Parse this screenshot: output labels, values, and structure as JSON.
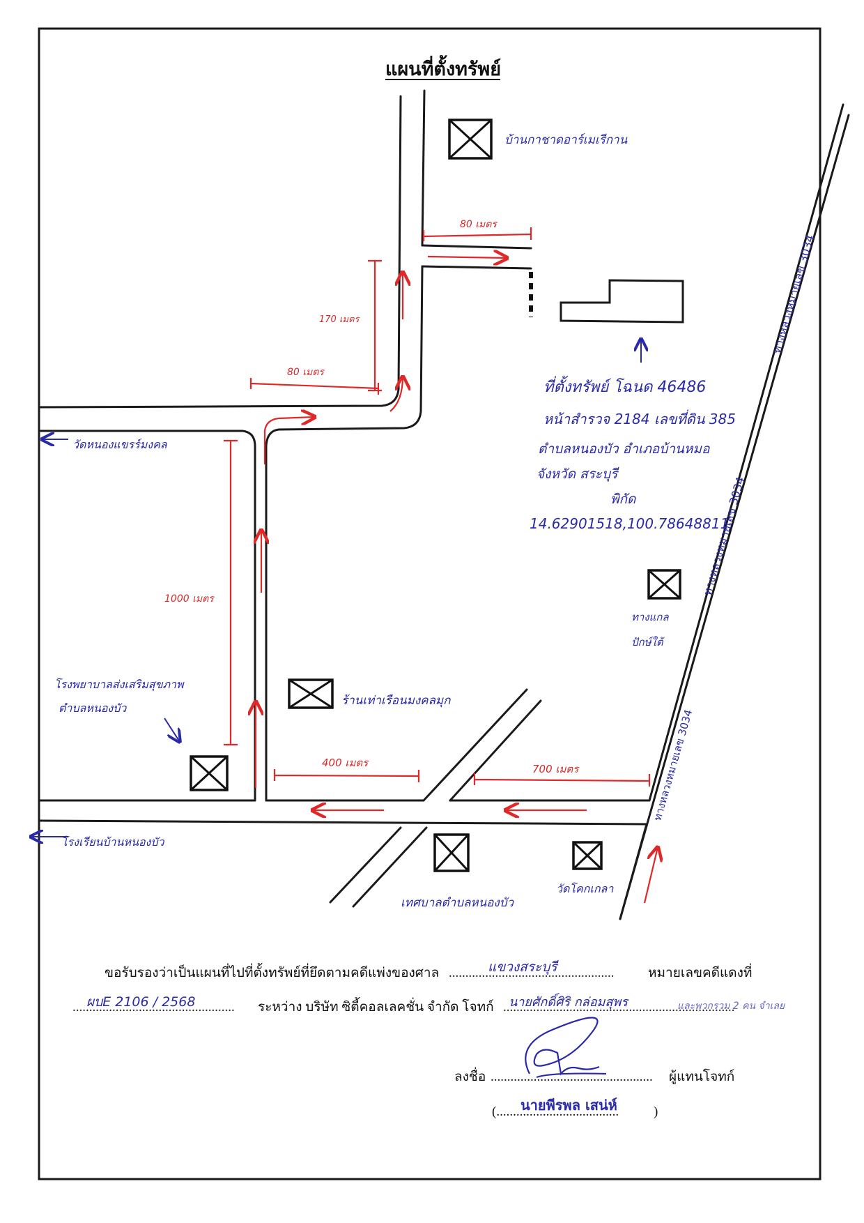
{
  "title": "แผนที่ตั้งทรัพย์",
  "landmarks": {
    "top_house": "บ้านกาชาดอาร์เมเรีกาน",
    "temple_left": "วัดหนองแขรร์มงคล",
    "school": "โรงเรียนบ้านหนองบัว",
    "health_hospital_line1": "โรงพยาบาลส่งเสริมสุขภาพ",
    "health_hospital_line2": "ตำบลหนองบัว",
    "shop": "ร้านเท่าเรือนมงคลมุก",
    "property_block": "ทางแกล",
    "property_block2": "ปักษ์ใต้",
    "municipality": "เทศบาลตำบลหนองบัว",
    "temple_right": "วัดโคกเกลา"
  },
  "roads": {
    "highway_upper": "ทางหลวงหมายเลข 3034",
    "highway_mid": "ทางหลวงหมายเลข 3034",
    "highway_lower": "ทางหลวงหมายเลข 3034"
  },
  "distances": {
    "d80_top": "80 เมตร",
    "d170": "170 เมตร",
    "d80_mid": "80 เมตร",
    "d1000": "1000 เมตร",
    "d400": "400 เมตร",
    "d700": "700 เมตร"
  },
  "property": {
    "line1": "ที่ตั้งทรัพย์ โฉนด 46486",
    "line2": "หน้าสำรวจ 2184 เลขที่ดิน 385",
    "line3": "ตำบลหนองบัว อำเภอบ้านหมอ",
    "line4": "จังหวัด สระบุรี",
    "line5": "พิกัด",
    "line6": "14.62901518,100.78648811"
  },
  "certification": {
    "line1_prefix": "ขอรับรองว่าเป็นแผนที่ไปที่ตั้งทรัพย์ที่ยึดตามคดีแพ่งของศาล",
    "court": "แขวงสระบุรี",
    "line1_suffix": "หมายเลขคดีแดงที่",
    "case_no": "ผบE 2106 / 2568",
    "line2_mid": "ระหว่าง บริษัท ซิตี้คอลเลคชั่น จำกัด โจทก์",
    "defendant": "นายศักดิ์ศิริ กล่อมสุพร",
    "defendant_extra": "และพวกรวม 2 คน จำเลย",
    "sign_prefix": "ลงชื่อ",
    "sign_suffix": "ผู้แทนโจทก์",
    "signer": "นายพีรพล เสน่ห์"
  },
  "colors": {
    "ink_blue": "#2a2aa8",
    "ink_red": "#e02828",
    "border": "#1a1a1a"
  }
}
